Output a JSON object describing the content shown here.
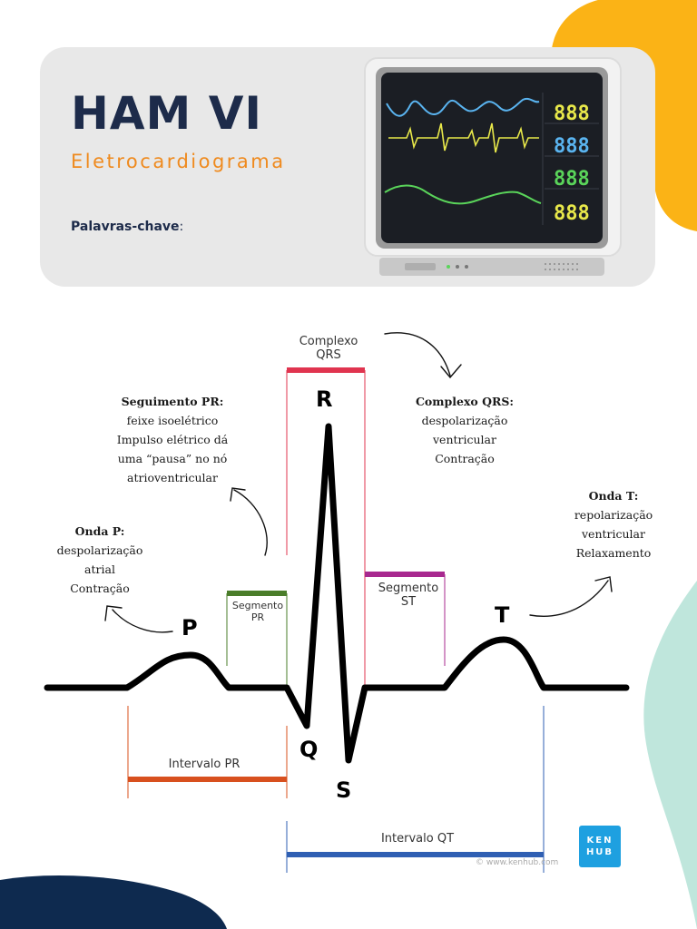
{
  "header": {
    "title": "HAM VI",
    "subtitle": "Eletrocardiograma",
    "keywords_label": "Palavras-chave",
    "keywords_suffix": ":"
  },
  "monitor": {
    "readouts": [
      {
        "text": "888",
        "color": "#e8e84a"
      },
      {
        "text": "888",
        "color": "#5ab4f0"
      },
      {
        "text": "888",
        "color": "#5ad45a"
      },
      {
        "text": "888",
        "color": "#e8e84a"
      }
    ]
  },
  "notes": {
    "seguimento_pr": {
      "head": "Seguimento PR:",
      "lines": [
        "feixe isoelétrico",
        "Impulso elétrico dá",
        "uma “pausa” no nó",
        "atrioventricular"
      ]
    },
    "complexo_qrs": {
      "head": "Complexo QRS:",
      "lines": [
        "despolarização",
        "ventricular",
        "Contração"
      ]
    },
    "onda_p": {
      "head": "Onda P:",
      "lines": [
        "despolarização",
        "atrial",
        "Contração"
      ]
    },
    "onda_t": {
      "head": "Onda T:",
      "lines": [
        "repolarização",
        "ventricular",
        "Relaxamento"
      ]
    }
  },
  "labels": {
    "complexo_qrs": [
      "Complexo",
      "QRS"
    ],
    "segmento_pr": [
      "Segmento",
      "PR"
    ],
    "segmento_st": [
      "Segmento",
      "ST"
    ],
    "intervalo_pr": "Intervalo PR",
    "intervalo_qt": "Intervalo QT"
  },
  "waves": {
    "p": "P",
    "q": "Q",
    "r": "R",
    "s": "S",
    "t": "T"
  },
  "colors": {
    "qrs": "#e0344f",
    "segmento_pr": "#4a7d2a",
    "segmento_st": "#a8288f",
    "intervalo_pr": "#d8501e",
    "intervalo_qt": "#2f5fb3",
    "orange_blob": "#fbb316",
    "mint_blob": "#bfe6dc",
    "navy_blob": "#0e2a4f"
  },
  "credit": "© www.kenhub.com",
  "brand": [
    "KEN",
    "HUB"
  ]
}
